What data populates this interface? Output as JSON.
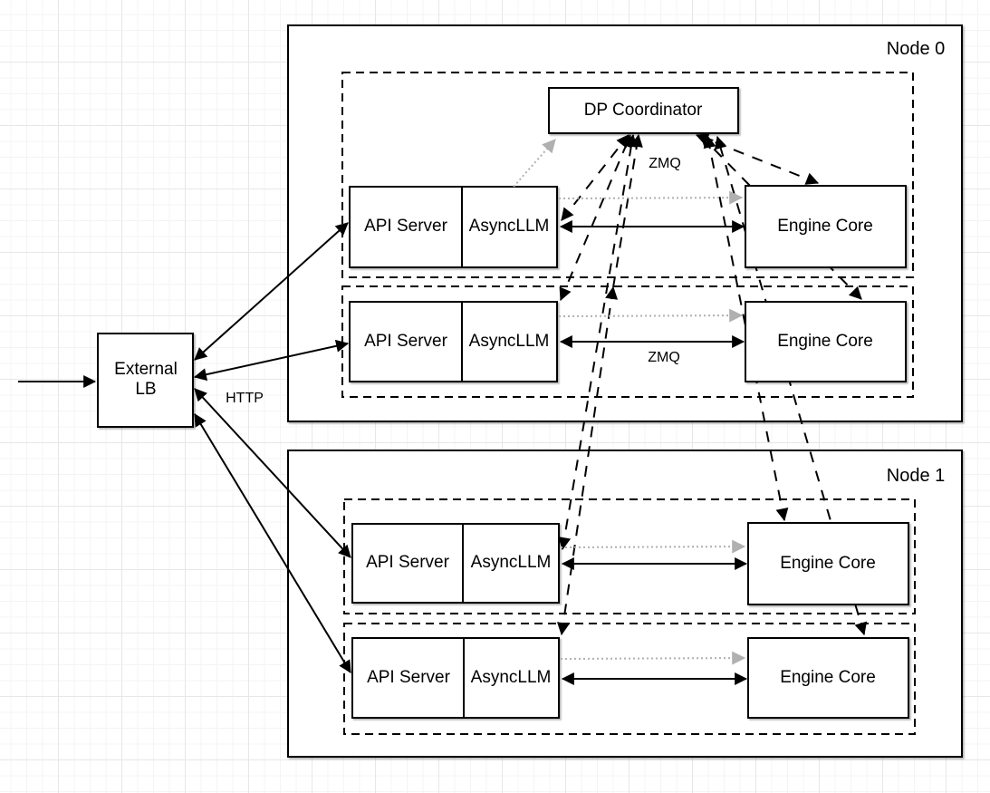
{
  "diagram": {
    "external_lb": {
      "line1": "External",
      "line2": "LB"
    },
    "dp_coordinator": {
      "label": "DP Coordinator"
    },
    "labels": {
      "http": "HTTP",
      "zmq_top": "ZMQ",
      "zmq_mid": "ZMQ"
    },
    "nodes": [
      {
        "label": "Node 0",
        "ranks": [
          {
            "api_server": "API Server",
            "async_llm": "AsyncLLM",
            "engine_core": "Engine Core"
          },
          {
            "api_server": "API Server",
            "async_llm": "AsyncLLM",
            "engine_core": "Engine Core"
          }
        ]
      },
      {
        "label": "Node 1",
        "ranks": [
          {
            "api_server": "API Server",
            "async_llm": "AsyncLLM",
            "engine_core": "Engine Core"
          },
          {
            "api_server": "API Server",
            "async_llm": "AsyncLLM",
            "engine_core": "Engine Core"
          }
        ]
      }
    ],
    "colors": {
      "line": "#000000",
      "dotted_gray": "#b0b0b0",
      "box_fill": "#ffffff",
      "grid_minor": "#f4f4f4",
      "grid_major": "#e7e7e7"
    }
  }
}
